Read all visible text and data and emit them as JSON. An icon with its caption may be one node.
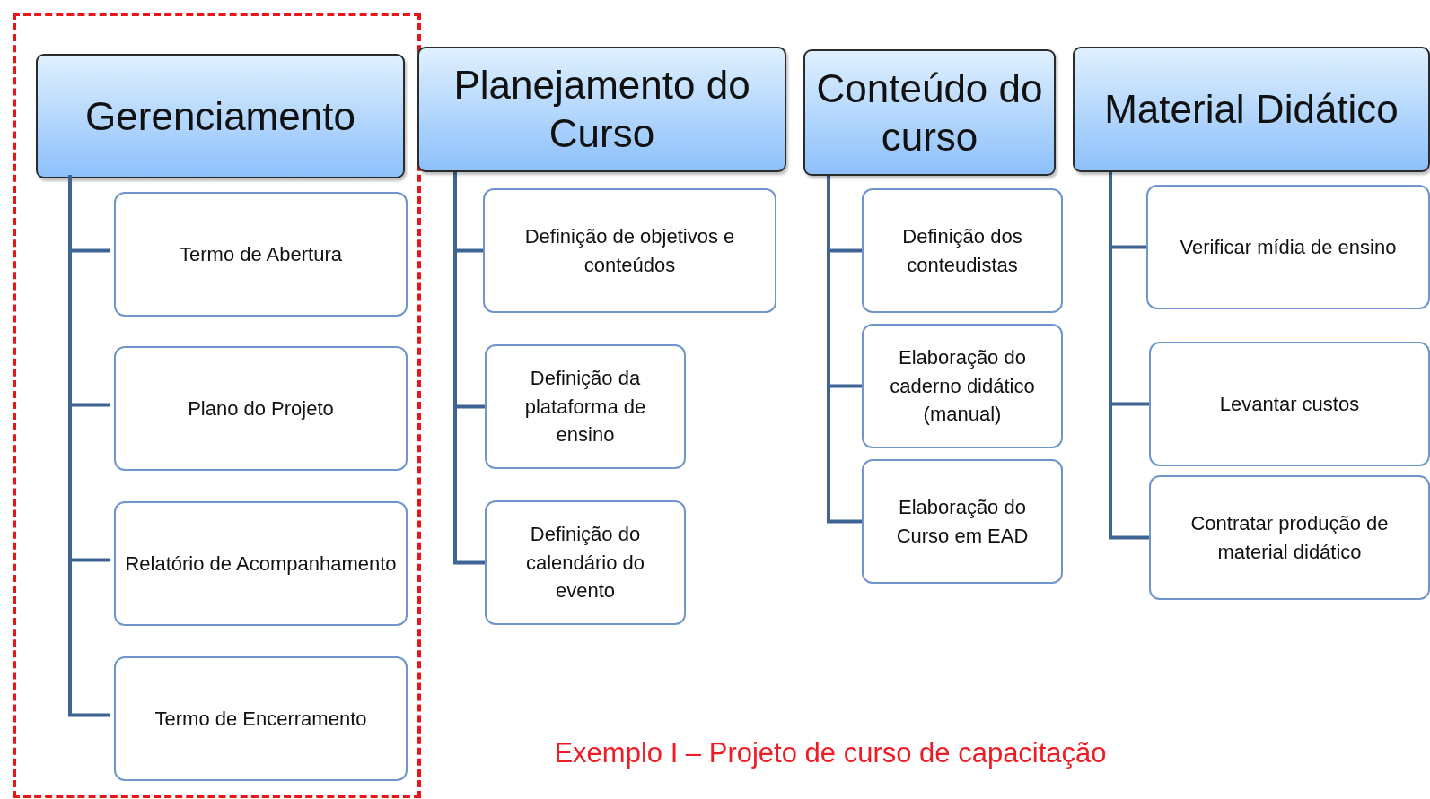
{
  "diagram": {
    "caption": "Exemplo I – Projeto de curso de capacitação",
    "nodes": [
      {
        "text": [],
        "shape": "box"
      },
      {
        "text": [
          "Gerenciamento"
        ],
        "in": 0
      },
      {
        "text": [
          "Termo de Abertura"
        ],
        "in": 0
      },
      {
        "text": [
          "Plano do Projeto"
        ],
        "in": 0
      },
      {
        "text": [
          "Relatório de Acompanhamento"
        ],
        "in": 0
      },
      {
        "text": [
          "Termo de Encerramento"
        ],
        "in": 0
      },
      {
        "text": [
          "Planejamento do Curso"
        ]
      },
      {
        "text": [
          "Definição de objetivos e conteúdos"
        ]
      },
      {
        "text": [
          "Definição da plataforma de ensino"
        ]
      },
      {
        "text": [
          "Definição do calendário do evento"
        ]
      },
      {
        "text": [
          "Conteúdo do curso"
        ]
      },
      {
        "text": [
          "Definição dos conteudistas"
        ]
      },
      {
        "text": [
          "Elaboração do caderno didático (manual)"
        ]
      },
      {
        "text": [
          "Elaboração do Curso em EAD"
        ]
      },
      {
        "text": [
          "Material Didático"
        ]
      },
      {
        "text": [
          "Verificar mídia de ensino"
        ]
      },
      {
        "text": [
          "Levantar custos"
        ]
      },
      {
        "text": [
          "Contratar produção de material didático"
        ]
      }
    ],
    "edges": [
      {
        "from": 1,
        "to": 2,
        "arrow": "none"
      },
      {
        "from": 1,
        "to": 3,
        "arrow": "none"
      },
      {
        "from": 1,
        "to": 4,
        "arrow": "none"
      },
      {
        "from": 1,
        "to": 5,
        "arrow": "none"
      },
      {
        "from": 6,
        "to": 7,
        "arrow": "none"
      },
      {
        "from": 6,
        "to": 8,
        "arrow": "none"
      },
      {
        "from": 6,
        "to": 9,
        "arrow": "none"
      },
      {
        "from": 10,
        "to": 11,
        "arrow": "none"
      },
      {
        "from": 10,
        "to": 12,
        "arrow": "none"
      },
      {
        "from": 10,
        "to": 13,
        "arrow": "none"
      },
      {
        "from": 14,
        "to": 15,
        "arrow": "none"
      },
      {
        "from": 14,
        "to": 16,
        "arrow": "none"
      },
      {
        "from": 14,
        "to": 17,
        "arrow": "none"
      }
    ]
  }
}
